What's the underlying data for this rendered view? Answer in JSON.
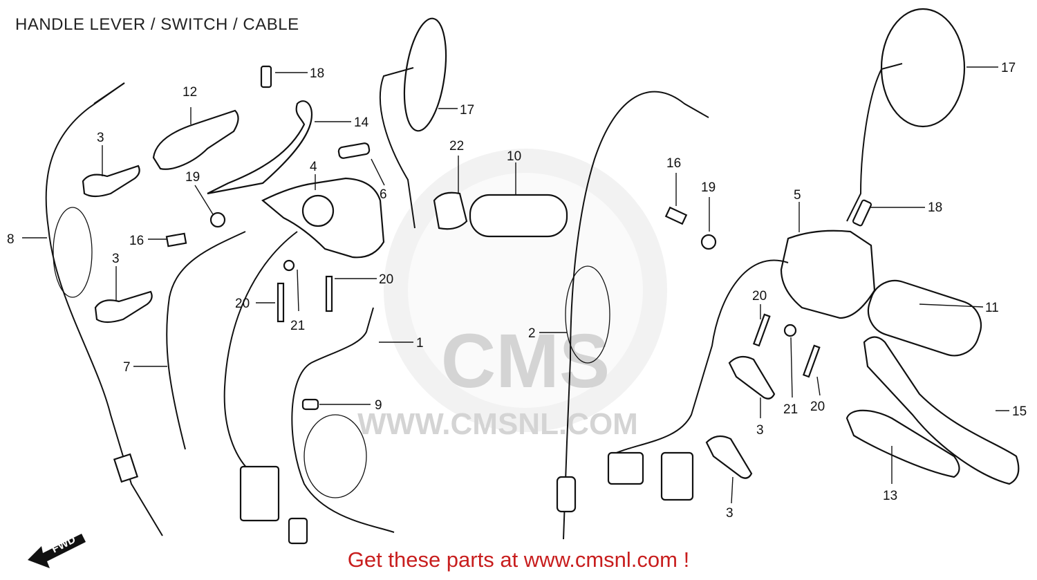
{
  "title": "HANDLE LEVER / SWITCH / CABLE",
  "footer": "Get these parts at www.cmsnl.com !",
  "watermark": {
    "logo_text": "CMS",
    "url_text": "WWW.CMSNL.COM"
  },
  "direction_label": "FWD",
  "callouts": [
    {
      "id": "c1",
      "label": "1"
    },
    {
      "id": "c2",
      "label": "2"
    },
    {
      "id": "c3a",
      "label": "3"
    },
    {
      "id": "c3b",
      "label": "3"
    },
    {
      "id": "c3c",
      "label": "3"
    },
    {
      "id": "c3d",
      "label": "3"
    },
    {
      "id": "c4",
      "label": "4"
    },
    {
      "id": "c5",
      "label": "5"
    },
    {
      "id": "c6",
      "label": "6"
    },
    {
      "id": "c7",
      "label": "7"
    },
    {
      "id": "c8",
      "label": "8"
    },
    {
      "id": "c9",
      "label": "9"
    },
    {
      "id": "c10",
      "label": "10"
    },
    {
      "id": "c11",
      "label": "11"
    },
    {
      "id": "c12",
      "label": "12"
    },
    {
      "id": "c13",
      "label": "13"
    },
    {
      "id": "c14",
      "label": "14"
    },
    {
      "id": "c15",
      "label": "15"
    },
    {
      "id": "c16a",
      "label": "16"
    },
    {
      "id": "c16b",
      "label": "16"
    },
    {
      "id": "c17a",
      "label": "17"
    },
    {
      "id": "c17b",
      "label": "17"
    },
    {
      "id": "c18a",
      "label": "18"
    },
    {
      "id": "c18b",
      "label": "18"
    },
    {
      "id": "c19a",
      "label": "19"
    },
    {
      "id": "c19b",
      "label": "19"
    },
    {
      "id": "c20a",
      "label": "20"
    },
    {
      "id": "c20b",
      "label": "20"
    },
    {
      "id": "c20c",
      "label": "20"
    },
    {
      "id": "c20d",
      "label": "20"
    },
    {
      "id": "c21a",
      "label": "21"
    },
    {
      "id": "c21b",
      "label": "21"
    },
    {
      "id": "c22",
      "label": "22"
    }
  ],
  "colors": {
    "line": "#111111",
    "footer": "#c81e1e",
    "watermark": "#d9d9d9",
    "background": "#ffffff"
  }
}
